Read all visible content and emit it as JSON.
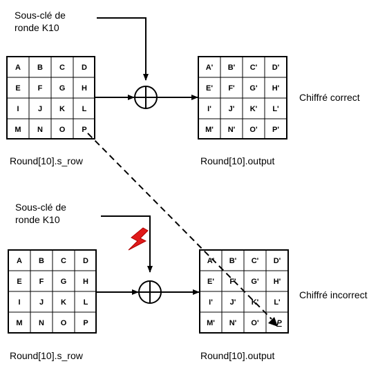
{
  "top": {
    "key_label": [
      "Sous-clé de",
      "ronde K10"
    ],
    "input_caption": "Round[10].s_row",
    "output_caption": "Round[10].output",
    "result_label": "Chiffré correct",
    "input_cells": [
      "A",
      "B",
      "C",
      "D",
      "E",
      "F",
      "G",
      "H",
      "I",
      "J",
      "K",
      "L",
      "M",
      "N",
      "O",
      "P"
    ],
    "output_cells": [
      "A'",
      "B'",
      "C'",
      "D'",
      "E'",
      "F'",
      "G'",
      "H'",
      "I'",
      "J'",
      "K'",
      "L'",
      "M'",
      "N'",
      "O'",
      "P'"
    ]
  },
  "bottom": {
    "key_label": [
      "Sous-clé de",
      "ronde K10"
    ],
    "input_caption": "Round[10].s_row",
    "output_caption": "Round[10].output",
    "result_label": "Chiffré incorrect",
    "input_cells": [
      "A",
      "B",
      "C",
      "D",
      "E",
      "F",
      "G",
      "H",
      "I",
      "J",
      "K",
      "L",
      "M",
      "N",
      "O",
      "P"
    ],
    "output_cells": [
      "A'",
      "B'",
      "C'",
      "D'",
      "E'",
      "F'",
      "G'",
      "H'",
      "I'",
      "J'",
      "K'",
      "L'",
      "M'",
      "N'",
      "O'",
      "P"
    ]
  },
  "colors": {
    "line": "#000000",
    "fault": "#e01b1b"
  },
  "icons": {
    "xor": "circled-plus-icon",
    "fault": "lightning-bolt-icon"
  }
}
